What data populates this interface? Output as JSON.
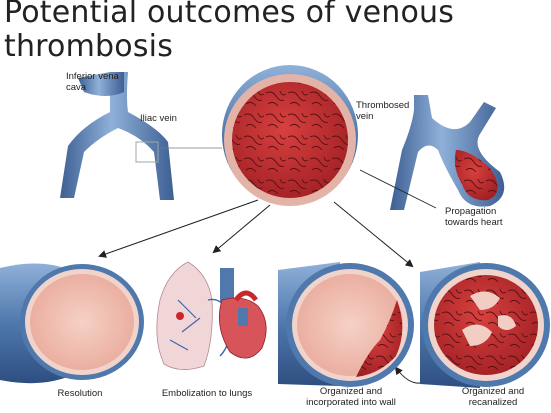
{
  "title": "Potential outcomes of venous thrombosis",
  "labels": {
    "ivc": "Inferior vena cava",
    "iliac": "Iliac vein",
    "thrombosed": "Thrombosed vein",
    "propagation": "Propagation towards heart",
    "resolution": "Resolution",
    "embolization": "Embolization to lungs",
    "organized_wall": "Organized and incorporated into wall",
    "recanalized": "Organized and recanalized"
  },
  "colors": {
    "vein_blue": "#4f78ad",
    "vein_light": "#8fb0d8",
    "clot_red": "#b8282c",
    "clot_dark": "#6a1216",
    "intima_pink": "#f3c7c0",
    "lung_pink": "#f1d6d8"
  },
  "icons": [
    "vein-bifurcation-icon",
    "vessel-cross-section-icon",
    "lung-icon",
    "heart-icon",
    "arrow-icon"
  ]
}
